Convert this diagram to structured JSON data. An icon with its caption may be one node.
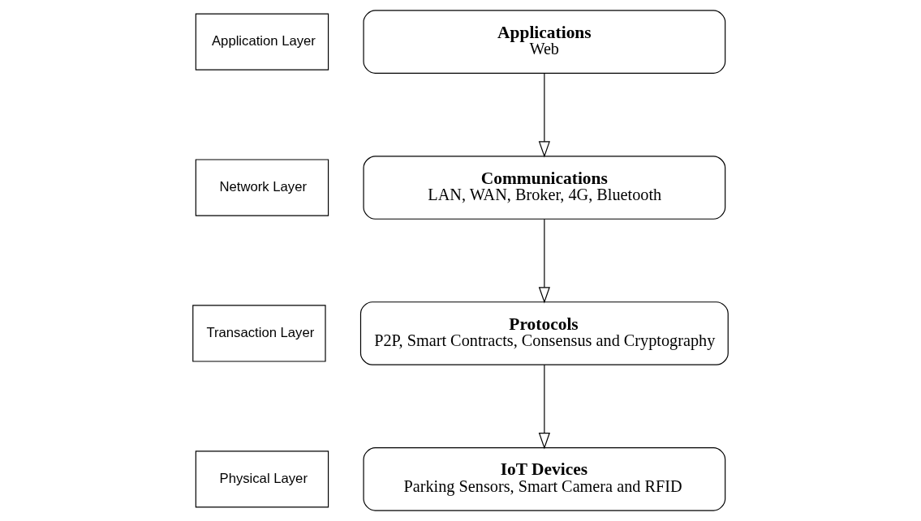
{
  "diagram": {
    "nodes": [
      {
        "text": [
          "Application Layer"
        ]
      },
      {
        "text": [
          "Applications",
          "Web"
        ]
      },
      {
        "text": [
          "Network Layer"
        ]
      },
      {
        "text": [
          "Communications",
          "LAN, WAN, Broker, 4G, Bluetooth"
        ]
      },
      {
        "text": [
          "Transaction Layer"
        ]
      },
      {
        "text": [
          "Protocols",
          "P2P, Smart Contracts, Consensus and Cryptography"
        ]
      },
      {
        "text": [
          "Physical Layer"
        ]
      },
      {
        "text": [
          "IoT Devices",
          "Parking Sensors, Smart Camera and RFID"
        ]
      }
    ],
    "edges": [
      {
        "from": 1,
        "to": 3,
        "arrow": "to"
      },
      {
        "from": 3,
        "to": 5,
        "arrow": "to"
      },
      {
        "from": 5,
        "to": 7,
        "arrow": "to"
      }
    ]
  }
}
